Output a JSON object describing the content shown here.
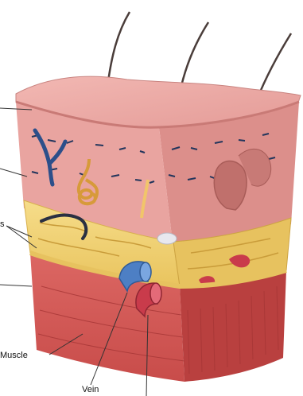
{
  "diagram": {
    "labels": {
      "side_label": "s",
      "muscle": "Muscle",
      "vein": "Vein"
    }
  },
  "colors": {
    "epidermis_top": "#eaa7a2",
    "dermis": "#e9a4a0",
    "dermis_side": "#dc8f8b",
    "fat": "#f1d27a",
    "fat_side": "#e7c25f",
    "muscle": "#d45a57",
    "muscle_side": "#b9403f",
    "vein": "#4d7fc4",
    "artery": "#c93b4b",
    "hair": "#4a3d3a"
  }
}
